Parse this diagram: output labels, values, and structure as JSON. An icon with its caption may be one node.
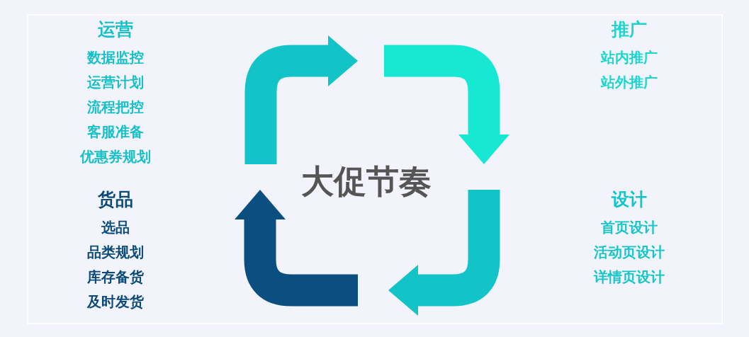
{
  "diagram": {
    "nodes": [
      {
        "text": [
          "运营",
          "数据监控",
          "运营计划",
          "流程把控",
          "客服准备",
          "优惠券规划"
        ]
      },
      {
        "text": [
          "推广",
          "站内推广",
          "站外推广"
        ]
      },
      {
        "text": [
          "大促节奏"
        ]
      },
      {
        "text": [
          "货品",
          "选品",
          "品类规划",
          "库存备货",
          "及时发货"
        ]
      },
      {
        "text": [
          "设计",
          "首页设计",
          "活动页设计",
          "详情页设计"
        ]
      }
    ]
  }
}
